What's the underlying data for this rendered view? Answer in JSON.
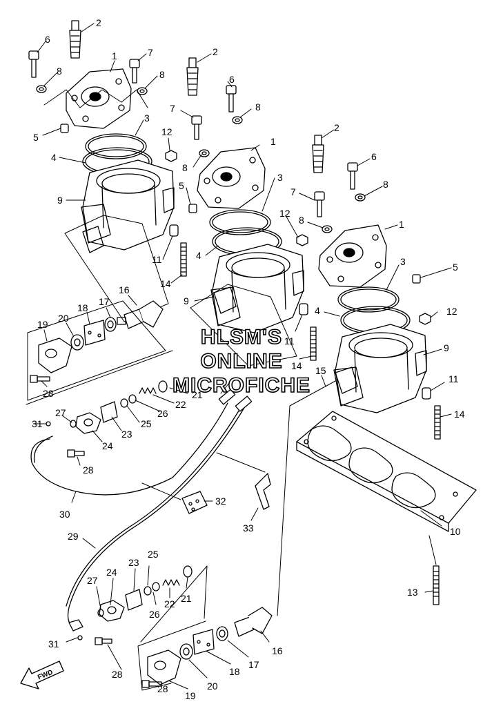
{
  "watermark": {
    "line1": "HLSM'S",
    "line2": "ONLINE",
    "line3": "MICROFICHE"
  },
  "direction_label": "FWD",
  "callouts": {
    "c1a": "1",
    "c2a": "2",
    "c3a": "3",
    "c4a": "4",
    "c5a": "5",
    "c6a": "6",
    "c7a": "7",
    "c8a": "8",
    "c8b": "8",
    "c9a": "9",
    "c11a": "11",
    "c12a": "12",
    "c14a": "14",
    "c1b": "1",
    "c2b": "2",
    "c3b": "3",
    "c4b": "4",
    "c5b": "5",
    "c6b": "6",
    "c7b": "7",
    "c8c": "8",
    "c8d": "8",
    "c9b": "9",
    "c11b": "11",
    "c12b": "12",
    "c14b": "14",
    "c1c": "1",
    "c2c": "2",
    "c3c": "3",
    "c4c": "4",
    "c5c": "5",
    "c6c": "6",
    "c7c": "7",
    "c8e": "8",
    "c8f": "8",
    "c9c": "9",
    "c11c": "11",
    "c12c": "12",
    "c14c": "14",
    "c10": "10",
    "c13": "13",
    "c15": "15",
    "c16a": "16",
    "c17a": "17",
    "c18a": "18",
    "c19a": "19",
    "c20a": "20",
    "c21a": "21",
    "c22a": "22",
    "c23a": "23",
    "c24a": "24",
    "c25a": "25",
    "c26a": "26",
    "c27a": "27",
    "c28a": "28",
    "c28b": "28",
    "c31a": "31",
    "c29": "29",
    "c30": "30",
    "c32": "32",
    "c33": "33",
    "c16b": "16",
    "c17b": "17",
    "c18b": "18",
    "c19b": "19",
    "c20b": "20",
    "c21b": "21",
    "c22b": "22",
    "c23b": "23",
    "c24b": "24",
    "c25b": "25",
    "c26b": "26",
    "c27b": "27",
    "c28c": "28",
    "c28d": "28",
    "c31b": "31"
  }
}
